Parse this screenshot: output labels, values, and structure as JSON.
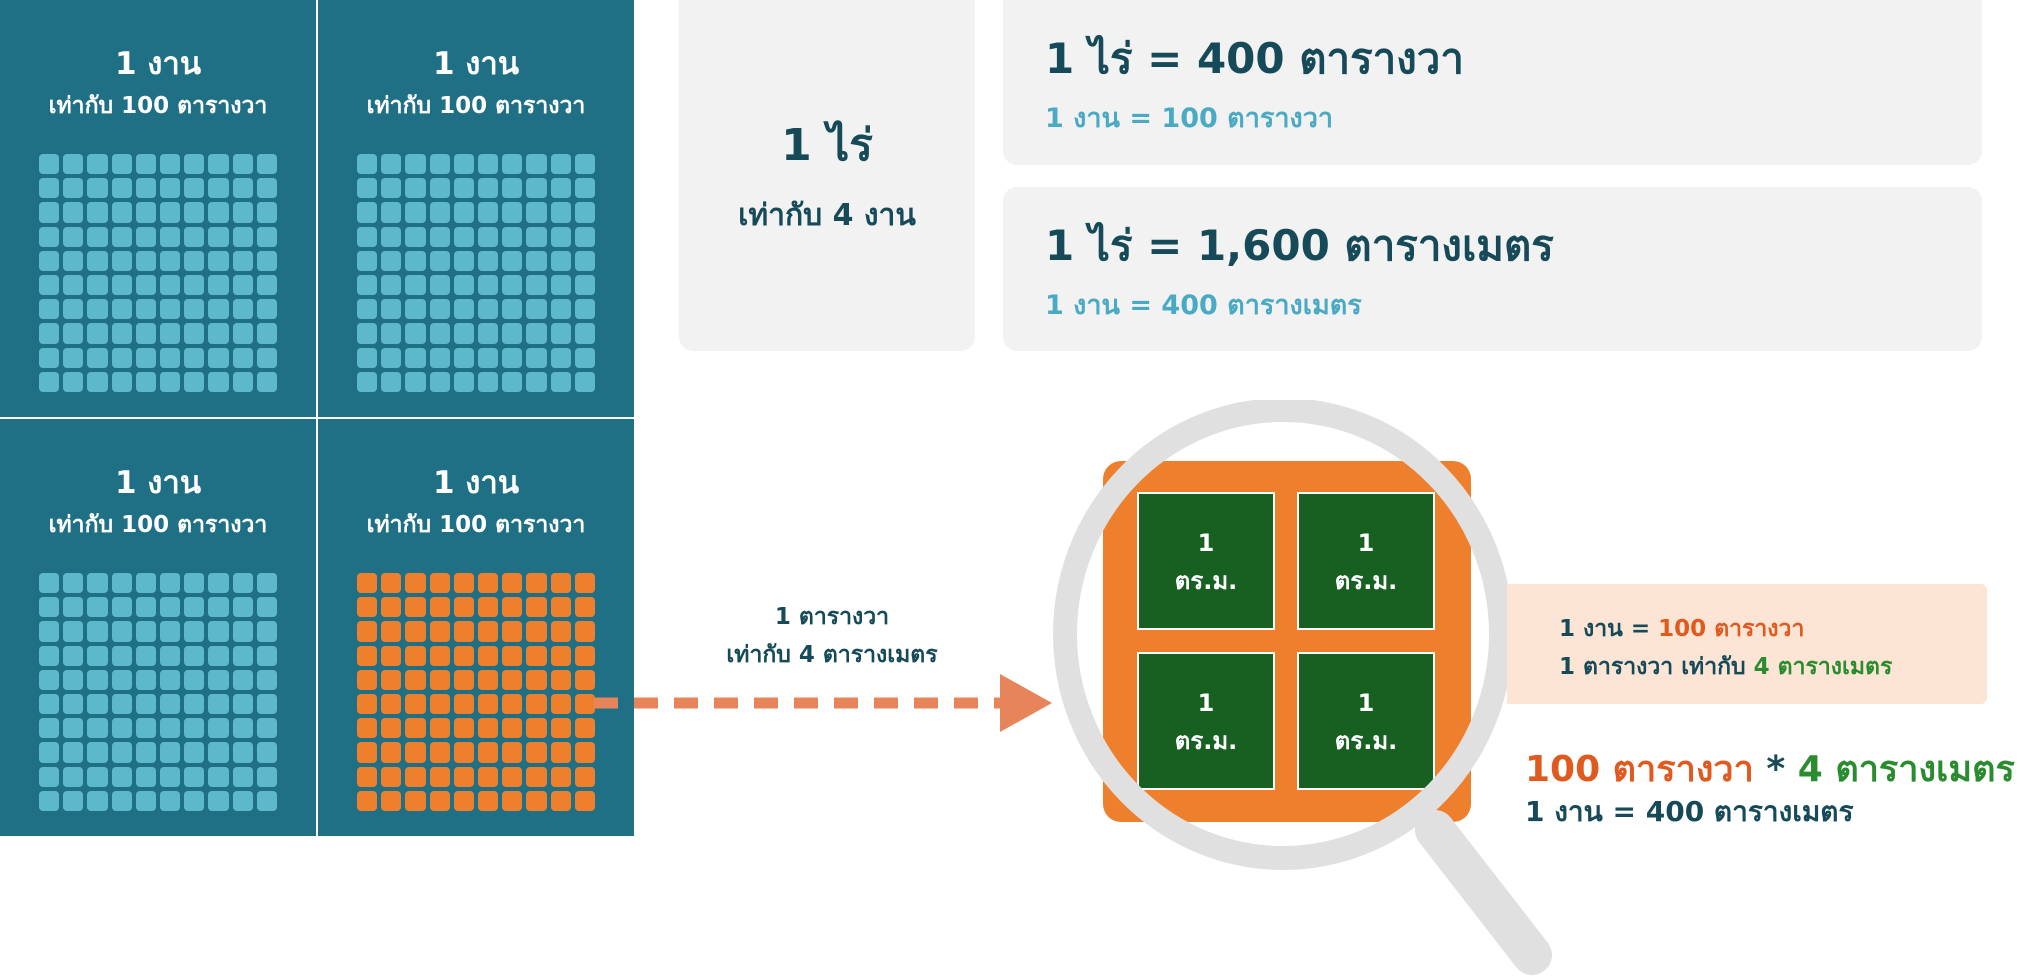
{
  "panels": [
    {
      "title": "1 งาน",
      "subtitle": "เท่ากับ 100 ตารางวา",
      "highlight": false
    },
    {
      "title": "1 งาน",
      "subtitle": "เท่ากับ 100 ตารางวา",
      "highlight": false
    },
    {
      "title": "1 งาน",
      "subtitle": "เท่ากับ 100 ตารางวา",
      "highlight": false
    },
    {
      "title": "1 งาน",
      "subtitle": "เท่ากับ 100 ตารางวา",
      "highlight": true
    }
  ],
  "rai_box": {
    "title": "1 ไร่",
    "subtitle": "เท่ากับ 4 งาน"
  },
  "cards": [
    {
      "main": "1 ไร่ = 400 ตารางวา",
      "sub": "1 งาน = 100 ตารางวา"
    },
    {
      "main": "1 ไร่ = 1,600 ตารางเมตร",
      "sub": "1 งาน = 400 ตารางเมตร"
    }
  ],
  "arrow_label": {
    "line1": "1 ตารางวา",
    "line2": "เท่ากับ 4 ตารางเมตร"
  },
  "squares": [
    {
      "n": "1",
      "unit": "ตร.ม."
    },
    {
      "n": "1",
      "unit": "ตร.ม."
    },
    {
      "n": "1",
      "unit": "ตร.ม."
    },
    {
      "n": "1",
      "unit": "ตร.ม."
    }
  ],
  "note": {
    "l1_a": "1 งาน = ",
    "l1_b": "100 ตารางวา",
    "l2_a": "1 ตารางวา เท่ากับ ",
    "l2_b": "4 ตารางเมตร"
  },
  "formula": {
    "a": "100 ตารางวา",
    "op": " * ",
    "b": "4 ตารางเมตร",
    "result": "1 งาน = 400 ตารางเมตร"
  },
  "colors": {
    "teal": "#1f6f85",
    "cell": "#5eb8cb",
    "orange": "#ee7f2d",
    "green": "#185f22"
  }
}
